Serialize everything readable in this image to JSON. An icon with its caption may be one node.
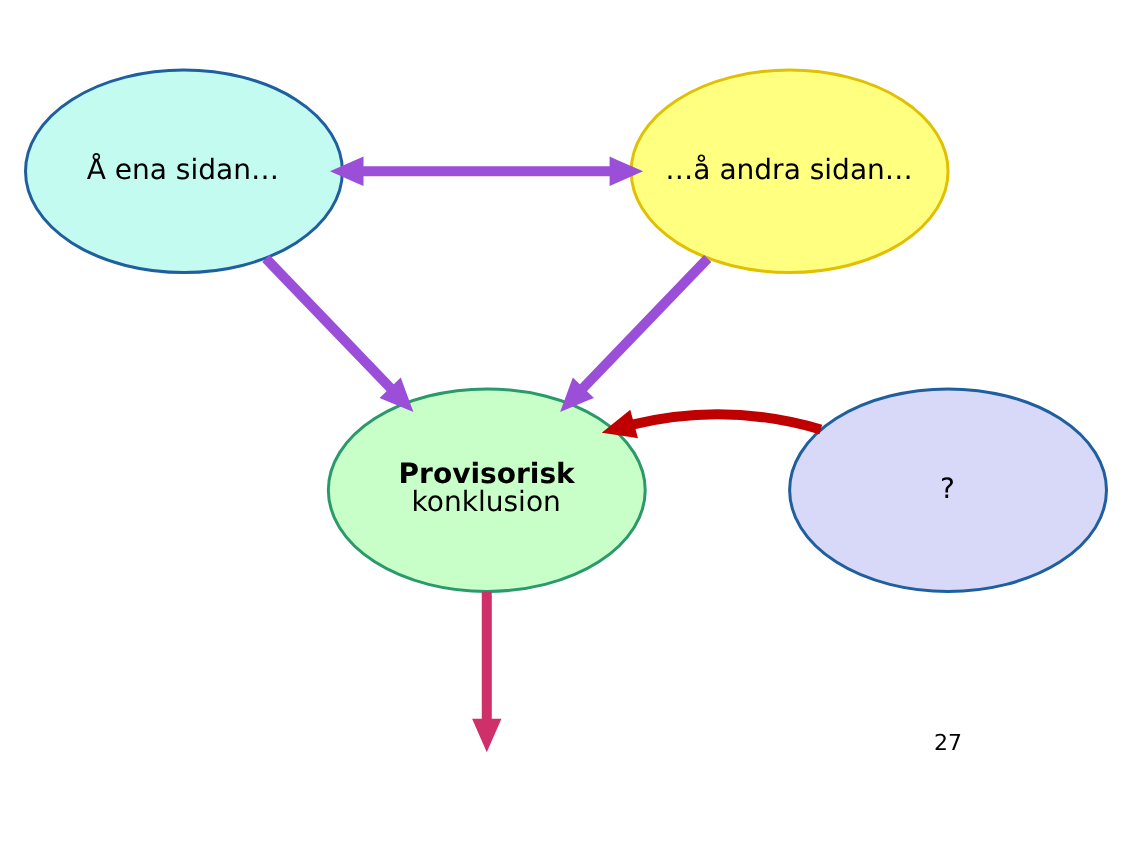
{
  "diagram": {
    "nodes": [
      {
        "text": [
          "Å ena sidan…"
        ]
      },
      {
        "text": [
          "…å andra sidan…"
        ]
      },
      {
        "text": [
          "Provisorisk",
          "konklusion"
        ]
      },
      {
        "text": [
          "?"
        ]
      }
    ],
    "edges": [
      {
        "from": 0,
        "to": 1,
        "arrow": "both"
      },
      {
        "from": 0,
        "to": 2,
        "arrow": "to"
      },
      {
        "from": 1,
        "to": 2,
        "arrow": "to"
      },
      {
        "from": 3,
        "to": 2,
        "arrow": "to",
        "color": "#c00000"
      },
      {
        "from": 2,
        "to": null,
        "arrow": "to",
        "color": "#d0306a"
      }
    ],
    "labels": [
      "27"
    ]
  }
}
